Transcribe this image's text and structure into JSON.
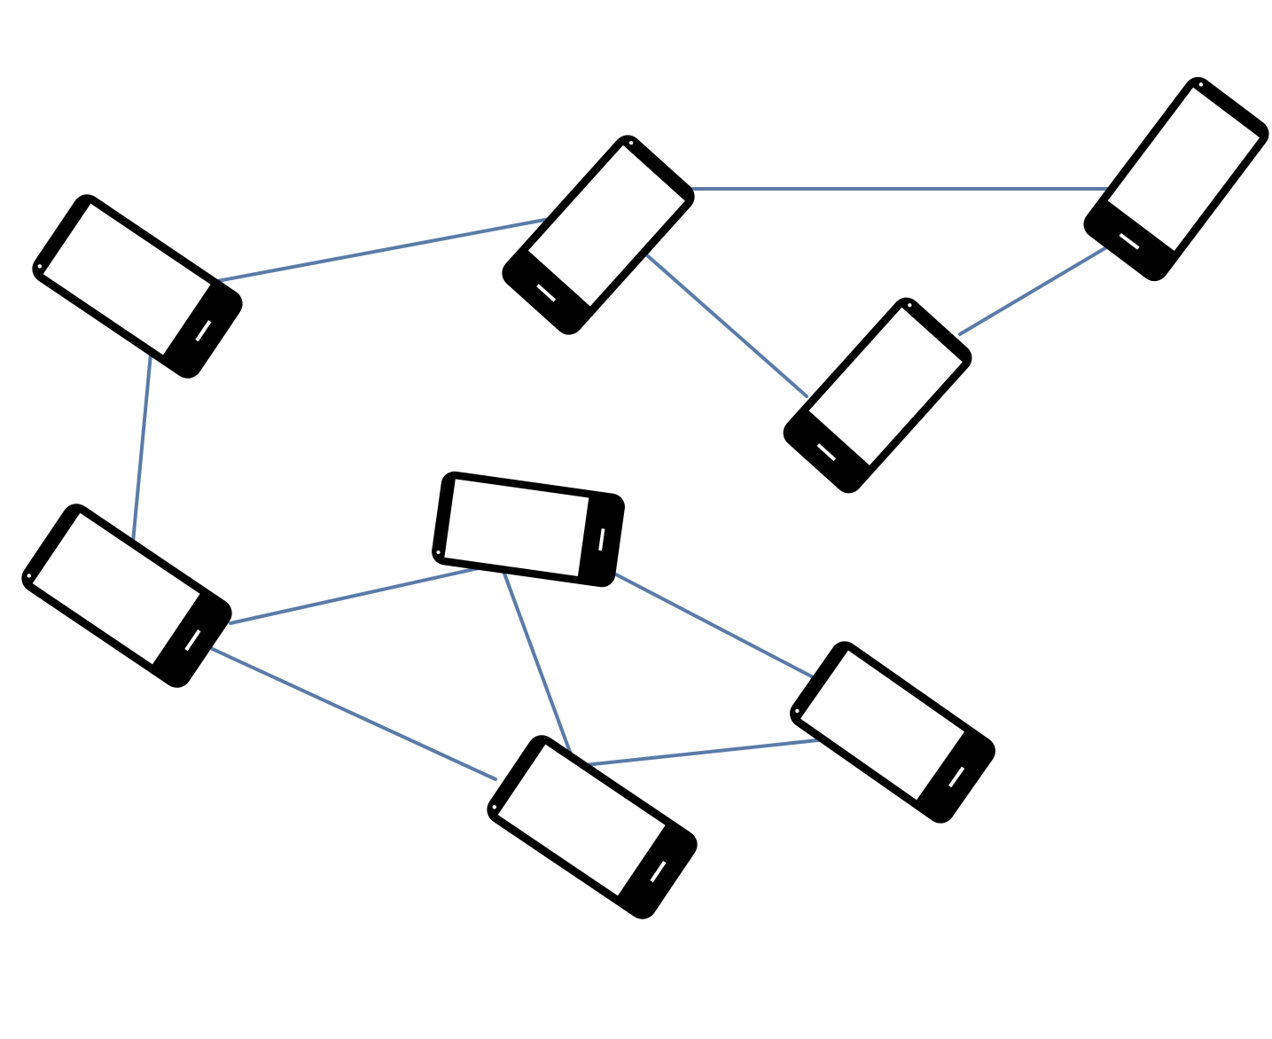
{
  "colors": {
    "background": "#ffffff",
    "link": "#5b7ba8",
    "device_body": "#000000",
    "device_screen": "#ffffff"
  },
  "nodes": [
    {
      "id": "phone-1",
      "icon": "smartphone-icon"
    },
    {
      "id": "phone-2",
      "icon": "smartphone-icon"
    },
    {
      "id": "phone-3",
      "icon": "smartphone-icon"
    },
    {
      "id": "phone-4",
      "icon": "smartphone-icon"
    },
    {
      "id": "phone-5",
      "icon": "smartphone-icon"
    },
    {
      "id": "phone-6",
      "icon": "smartphone-icon"
    },
    {
      "id": "phone-7",
      "icon": "smartphone-icon"
    },
    {
      "id": "phone-8",
      "icon": "smartphone-icon"
    }
  ],
  "edges": [
    {
      "from": "phone-1",
      "to": "phone-2"
    },
    {
      "from": "phone-1",
      "to": "phone-5"
    },
    {
      "from": "phone-2",
      "to": "phone-3"
    },
    {
      "from": "phone-2",
      "to": "phone-4"
    },
    {
      "from": "phone-3",
      "to": "phone-4"
    },
    {
      "from": "phone-5",
      "to": "phone-6"
    },
    {
      "from": "phone-5",
      "to": "phone-8"
    },
    {
      "from": "phone-6",
      "to": "phone-8"
    },
    {
      "from": "phone-6",
      "to": "phone-7"
    },
    {
      "from": "phone-7",
      "to": "phone-8"
    }
  ]
}
